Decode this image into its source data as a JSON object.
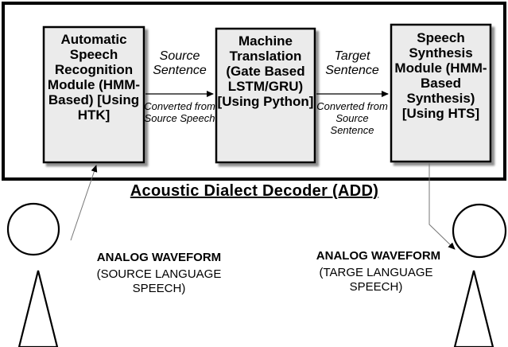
{
  "system": {
    "title": "Acoustic Dialect Decoder (ADD)"
  },
  "modules": [
    {
      "label": "Automatic Speech Recognition Module (HMM-Based) [Using HTK]"
    },
    {
      "label": "Machine Translation (Gate Based LSTM/GRU) [Using Python]"
    },
    {
      "label": "Speech Synthesis Module (HMM-Based Synthesis) [Using HTS]"
    }
  ],
  "edges": [
    {
      "label": "Source Sentence",
      "sublabel": "Converted from Source Speech"
    },
    {
      "label": "Target Sentence",
      "sublabel": "Converted from Source Sentence"
    }
  ],
  "speakers": [
    {
      "heading": "ANALOG WAVEFORM",
      "caption": "(SOURCE LANGUAGE SPEECH)"
    },
    {
      "heading": "ANALOG WAVEFORM",
      "caption": "(TARGE LANGUAGE SPEECH)"
    }
  ]
}
